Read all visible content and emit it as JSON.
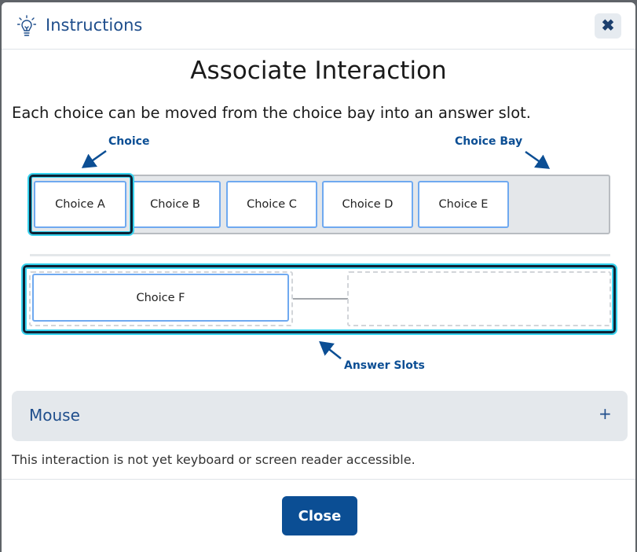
{
  "dialog": {
    "title": "Instructions",
    "close_icon": "close-x-icon",
    "title_icon": "lightbulb-icon"
  },
  "heading": "Associate Interaction",
  "description": "Each choice can be moved from the choice bay into an answer slot.",
  "diagram": {
    "annotations": {
      "choice": "Choice",
      "choice_bay": "Choice Bay",
      "answer_slots": "Answer Slots"
    },
    "choices": [
      "Choice A",
      "Choice B",
      "Choice C",
      "Choice D",
      "Choice E"
    ],
    "answer_slots": [
      {
        "left": "Choice F",
        "right": ""
      }
    ]
  },
  "accordion": {
    "label": "Mouse",
    "toggle": "+"
  },
  "note": "This interaction is not yet keyboard or screen reader accessible.",
  "footer": {
    "close_label": "Close"
  },
  "colors": {
    "brand": "#0b4e94",
    "focus": "#36d3ef",
    "choice_border": "#6fa9f0"
  }
}
